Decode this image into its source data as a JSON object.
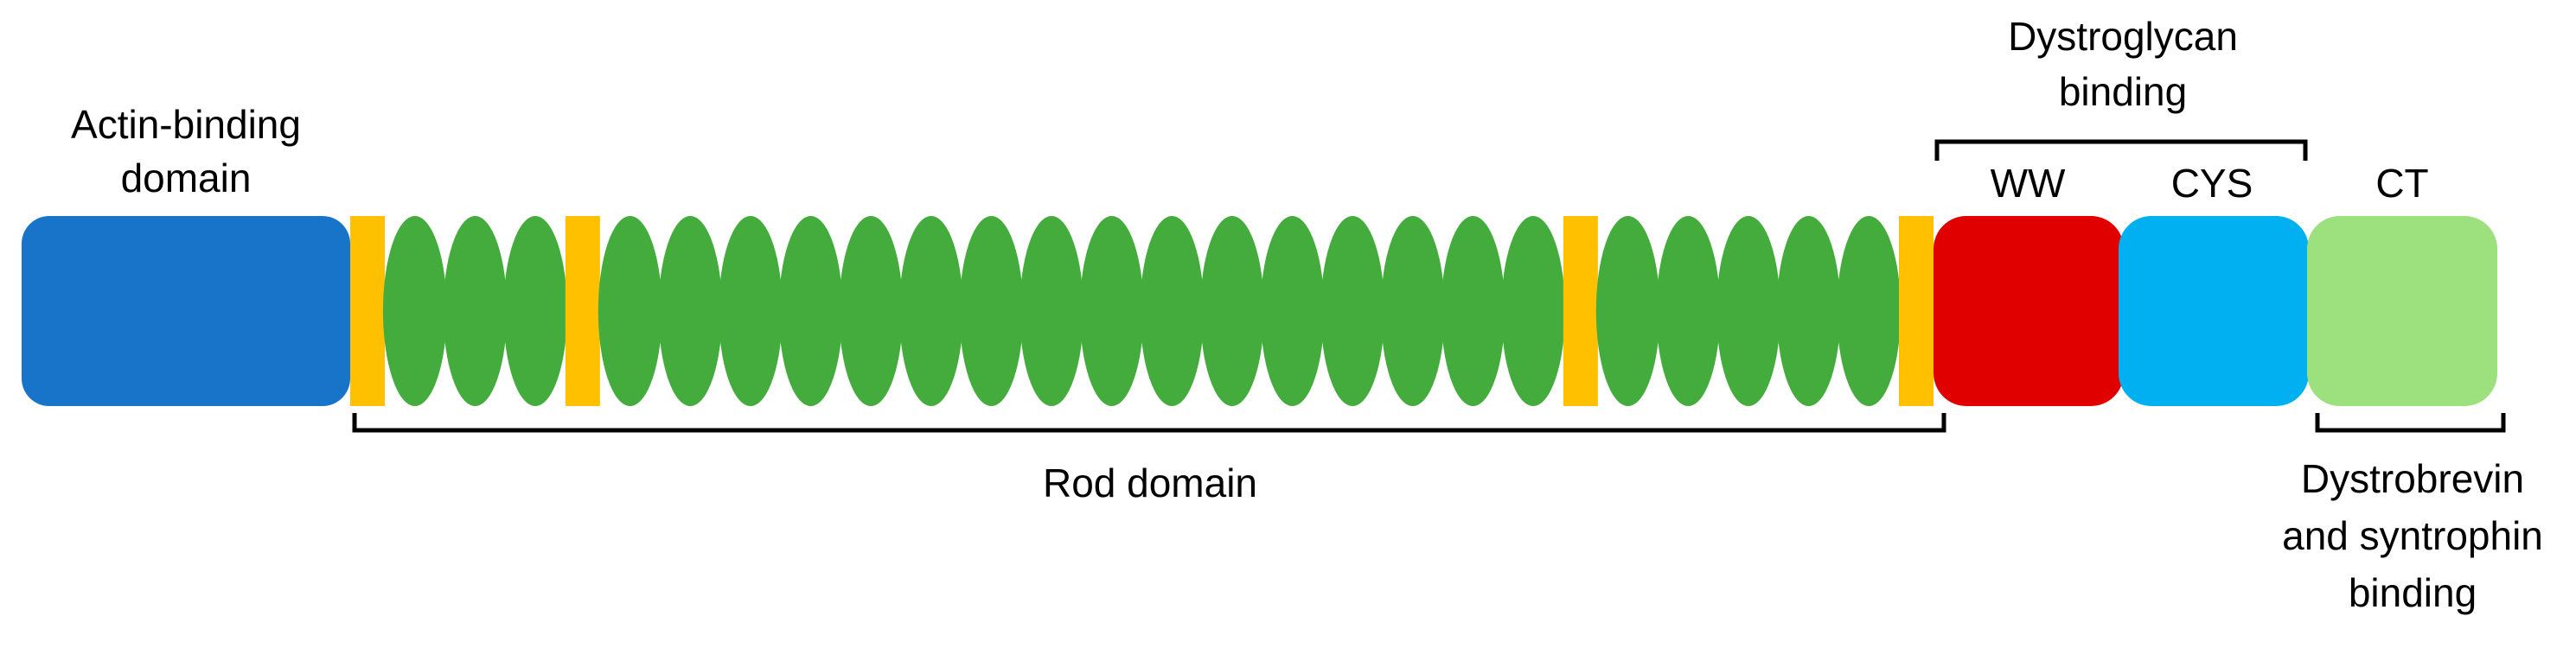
{
  "labels": {
    "actin_line1": "Actin-binding",
    "actin_line2": "domain",
    "rod": "Rod domain",
    "dystroglycan_line1": "Dystroglycan",
    "dystroglycan_line2": "binding",
    "ww": "WW",
    "cys": "CYS",
    "ct": "CT",
    "dystrobrevin_line1": "Dystrobrevin",
    "dystrobrevin_line2": "and syntrophin",
    "dystrobrevin_line3": "binding"
  },
  "rod_repeat_groups": [
    3,
    16,
    5
  ],
  "colors": {
    "actin_binding": "#1874c8",
    "hinge": "#ffc000",
    "spectrin_repeat": "#44ac3c",
    "ww": "#e00000",
    "cys": "#00b0f0",
    "ct": "#9de07e",
    "bracket": "#000000",
    "text": "#000000"
  }
}
